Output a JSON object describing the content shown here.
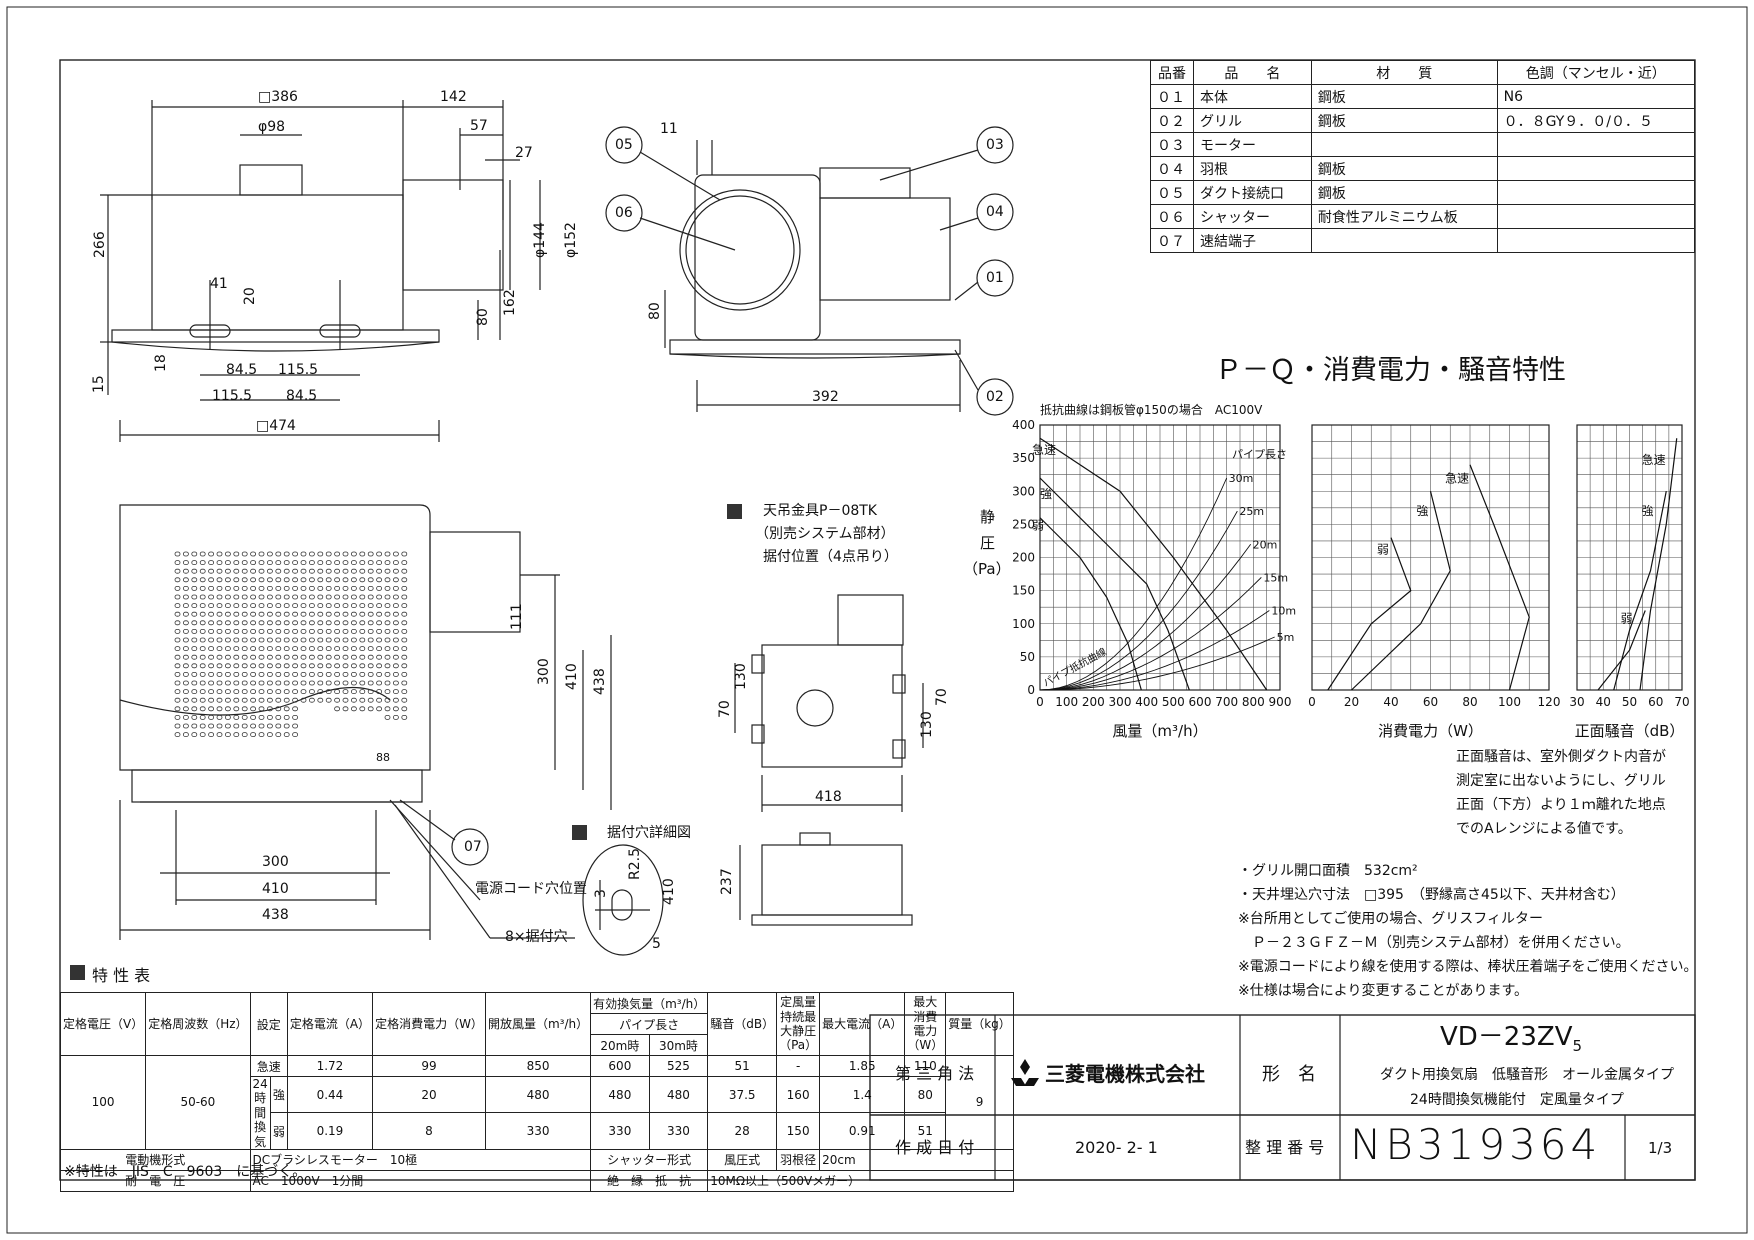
{
  "parts_table": {
    "headers": [
      "品番",
      "品　　名",
      "材　　質",
      "色調（マンセル・近）"
    ],
    "rows": [
      [
        "０１",
        "本体",
        "鋼板",
        "N6"
      ],
      [
        "０２",
        "グリル",
        "鋼板",
        "０．８GY９．０/０．５"
      ],
      [
        "０３",
        "モーター",
        "",
        ""
      ],
      [
        "０４",
        "羽根",
        "鋼板",
        ""
      ],
      [
        "０５",
        "ダクト接続口",
        "鋼板",
        ""
      ],
      [
        "０６",
        "シャッター",
        "耐食性アルミニウム板",
        ""
      ],
      [
        "０７",
        "速結端子",
        "",
        ""
      ]
    ]
  },
  "drawing_labels": {
    "top_view": {
      "dims": [
        "□386",
        "142",
        "φ98",
        "57",
        "27",
        "φ144",
        "φ152",
        "266",
        "41",
        "20",
        "80",
        "162",
        "18",
        "15",
        "84.5",
        "115.5",
        "115.5",
        "84.5",
        "□474"
      ]
    },
    "side_view": {
      "dims": [
        "11",
        "80",
        "392"
      ],
      "callouts": [
        "05",
        "06",
        "03",
        "04",
        "01",
        "02"
      ]
    },
    "front_view": {
      "dims": [
        "111",
        "300",
        "410",
        "438",
        "300",
        "410",
        "438"
      ],
      "callout": "07",
      "label_power_cord": "電源コード穴位置",
      "label_mount_holes": "8×据付穴",
      "label_88": "88"
    },
    "hanger": {
      "title_line1": "天吊金具P－08TK",
      "title_line2": "（別売システム部材）",
      "title_line3": "据付位置（4点吊り）",
      "dims": [
        "70",
        "130",
        "130",
        "70",
        "418",
        "237"
      ]
    },
    "detail": {
      "title": "据付穴詳細図",
      "dims": [
        "R2.5",
        "3",
        "410",
        "5"
      ]
    }
  },
  "chart_title": "Ｐ－Ｑ・消費電力・騒音特性",
  "chart_note": "抵抗曲線は鋼板管φ150の場合　AC100V",
  "chart_data": [
    {
      "type": "line",
      "xlabel": "風量（m³/h）",
      "ylabel": "静圧（Pa）",
      "ylabel_char1": "静",
      "ylabel_char2": "圧",
      "ylabel_unit": "（Pa）",
      "x_ticks": [
        "0",
        "100",
        "200",
        "300",
        "400",
        "500",
        "600",
        "700",
        "800",
        "900"
      ],
      "y_ticks": [
        "0",
        "50",
        "100",
        "150",
        "200",
        "250",
        "300",
        "350",
        "400"
      ],
      "xlim": [
        0,
        900
      ],
      "ylim": [
        0,
        400
      ],
      "grid": true,
      "series": [
        {
          "name": "急速",
          "x": [
            0,
            300,
            500,
            700,
            850
          ],
          "y": [
            380,
            300,
            200,
            90,
            0
          ]
        },
        {
          "name": "強",
          "x": [
            0,
            250,
            400,
            480,
            560
          ],
          "y": [
            320,
            220,
            160,
            90,
            0
          ]
        },
        {
          "name": "弱",
          "x": [
            0,
            150,
            250,
            330,
            380
          ],
          "y": [
            260,
            200,
            140,
            70,
            0
          ]
        }
      ],
      "resistance_curves_label": "パイプ長さ",
      "resistance_curves": [
        "30m",
        "25m",
        "20m",
        "15m",
        "10m",
        "5m"
      ],
      "resistance_curve_max_flow": [
        700,
        740,
        790,
        830,
        860,
        880
      ],
      "resistance_curve_max_pressure": [
        320,
        270,
        220,
        170,
        120,
        80
      ],
      "pipe_friction_label": "パイプ抵抗曲線"
    },
    {
      "type": "line",
      "xlabel": "消費電力（W）",
      "x_ticks": [
        "0",
        "20",
        "40",
        "60",
        "80",
        "100",
        "120"
      ],
      "xlim": [
        0,
        120
      ],
      "ylim": [
        0,
        400
      ],
      "grid": true,
      "series": [
        {
          "name": "急速",
          "x": [
            80,
            92,
            110,
            100
          ],
          "y": [
            340,
            250,
            110,
            0
          ]
        },
        {
          "name": "強",
          "x": [
            60,
            70,
            55,
            20
          ],
          "y": [
            300,
            180,
            100,
            0
          ]
        },
        {
          "name": "弱",
          "x": [
            40,
            50,
            30,
            8
          ],
          "y": [
            230,
            150,
            100,
            0
          ]
        }
      ]
    },
    {
      "type": "line",
      "xlabel": "正面騒音（dB）",
      "x_ticks": [
        "30",
        "40",
        "50",
        "60",
        "70"
      ],
      "xlim": [
        30,
        70
      ],
      "ylim": [
        0,
        400
      ],
      "grid": true,
      "series": [
        {
          "name": "急速",
          "x": [
            68,
            64,
            58,
            54
          ],
          "y": [
            380,
            250,
            120,
            0
          ]
        },
        {
          "name": "強",
          "x": [
            64,
            58,
            50,
            44
          ],
          "y": [
            300,
            180,
            90,
            0
          ]
        },
        {
          "name": "弱",
          "x": [
            56,
            50,
            42,
            38
          ],
          "y": [
            120,
            60,
            20,
            0
          ]
        }
      ]
    }
  ],
  "noise_note": [
    "正面騒音は、室外側ダクト内音が",
    "測定室に出ないようにし、グリル",
    "正面（下方）より１ｍ離れた地点",
    "でのAレンジによる値です。"
  ],
  "notes": [
    "・グリル開口面積　532cm²",
    "・天井埋込穴寸法　□395　（野縁高さ45以下、天井材含む）",
    "※台所用としてご使用の場合、グリスフィルター",
    "　Ｐ－２３ＧＦＺ－Ｍ（別売システム部材）を併用ください。",
    "※電源コードにより線を使用する際は、棒状圧着端子をご使用ください。",
    "※仕様は場合により変更することがあります。"
  ],
  "spec": {
    "title": "特 性 表",
    "h_voltage": "定格電圧（V）",
    "h_freq": "定格周波数（Hz）",
    "h_setting": "設定",
    "h_current": "定格電流（A）",
    "h_power": "定格消費電力（W）",
    "h_open_air": "開放風量（m³/h）",
    "h_eff_air": "有効換気量（m³/h）",
    "h_pipe_len": "パイプ長さ",
    "h_20m": "20m時",
    "h_30m": "30m時",
    "h_noise": "騒音（dB）",
    "h_const_air": "定風量持続最大静圧（Pa）",
    "h_max_current": "最大電流（A）",
    "h_max_power": "最大消費電力（W）",
    "h_mass": "質量（kg）",
    "voltage": "100",
    "freq": "50-60",
    "mass": "9",
    "mode_24h": "24時間換気",
    "rows": [
      {
        "mode": "急速",
        "current": "1.72",
        "power": "99",
        "open": "850",
        "m20": "600",
        "m30": "525",
        "noise": "51",
        "static": "-",
        "max_current": "1.85",
        "max_power": "110"
      },
      {
        "mode": "強",
        "current": "0.44",
        "power": "20",
        "open": "480",
        "m20": "480",
        "m30": "480",
        "noise": "37.5",
        "static": "160",
        "max_current": "1.4",
        "max_power": "80"
      },
      {
        "mode": "弱",
        "current": "0.19",
        "power": "8",
        "open": "330",
        "m20": "330",
        "m30": "330",
        "noise": "28",
        "static": "150",
        "max_current": "0.91",
        "max_power": "51"
      }
    ],
    "motor_label": "電動機形式",
    "motor_value": "DCブラシレスモーター　10極",
    "shutter_label": "シャッター形式",
    "shutter_value": "風圧式",
    "blade_label": "羽根径",
    "blade_value": "20cm",
    "withstand_label": "耐　電　圧",
    "withstand_value": "AC　1000V　1分間",
    "insulation_label": "絶　縁　抵　抗",
    "insulation_value": "10MΩ以上（500Vメガー）",
    "footnote": "※特性は　JIS　C　9603　に基づく。"
  },
  "title_block": {
    "projection": "第 三 角 法",
    "company": "三菱電機株式会社",
    "model_label": "形　名",
    "model_main": "VD－23ZV",
    "model_sub": "5",
    "desc1": "ダクト用換気扇　低騒音形　オール金属タイプ",
    "desc2": "24時間換気機能付　定風量タイプ",
    "date_label": "作 成 日 付",
    "date": "2020- 2- 1",
    "number_label": "整 理 番 号",
    "number": "NB319364",
    "page": "1/3"
  }
}
